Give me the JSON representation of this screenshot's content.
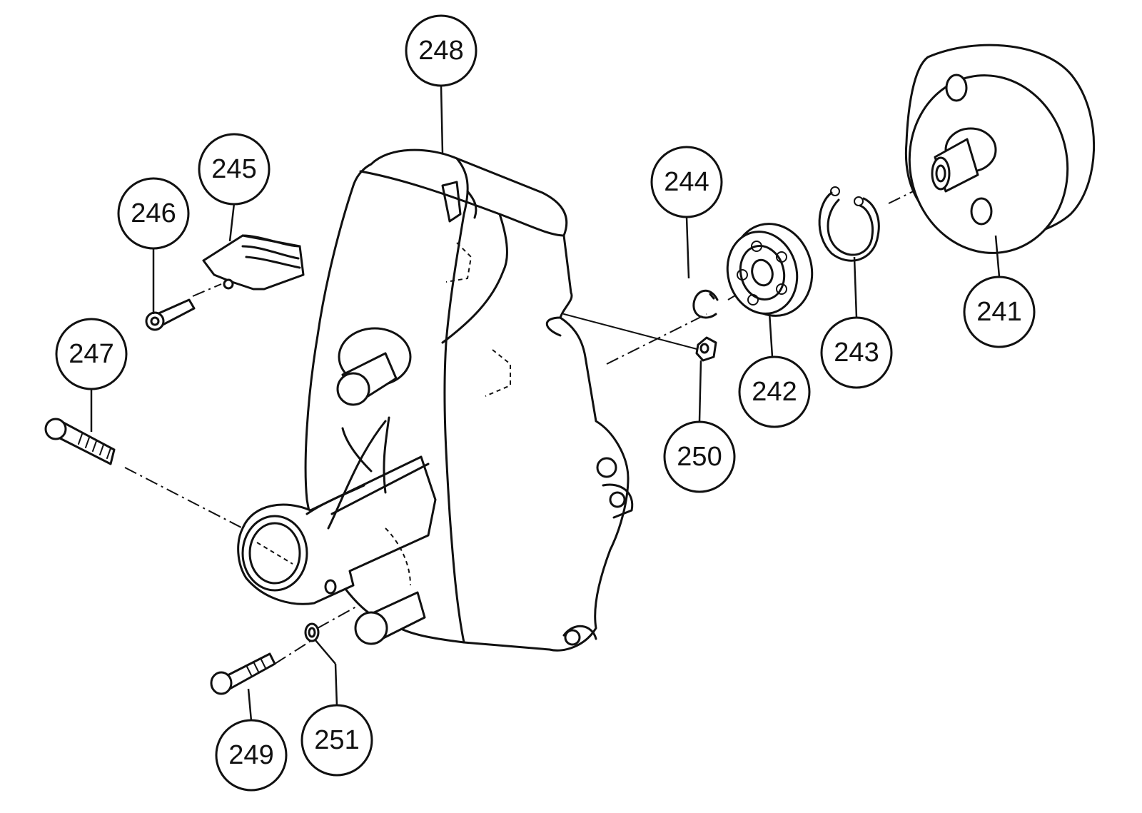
{
  "callouts": {
    "p241": "241",
    "p242": "242",
    "p243": "243",
    "p244": "244",
    "p245": "245",
    "p246": "246",
    "p247": "247",
    "p248": "248",
    "p249": "249",
    "p250": "250",
    "p251": "251"
  }
}
